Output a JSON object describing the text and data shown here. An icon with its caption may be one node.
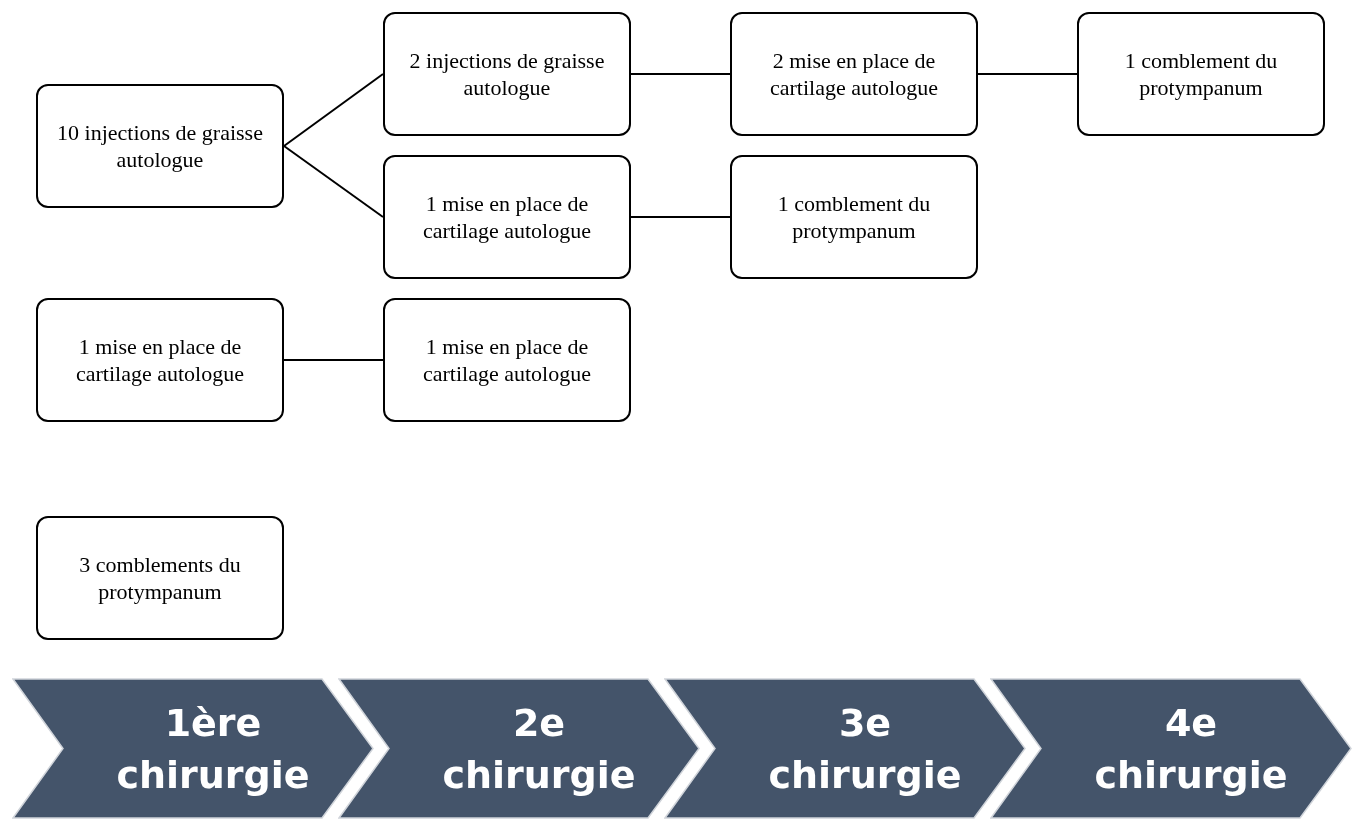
{
  "diagram": {
    "nodes": [
      {
        "text": [
          "10 injections de graisse autologue"
        ]
      },
      {
        "text": [
          "2 injections de graisse autologue"
        ]
      },
      {
        "text": [
          "2 mise en place de cartilage autologue"
        ]
      },
      {
        "text": [
          "1 comblement du protympanum"
        ]
      },
      {
        "text": [
          "1 mise en place de cartilage autologue"
        ]
      },
      {
        "text": [
          "1 comblement du protympanum"
        ]
      },
      {
        "text": [
          "1 mise en place de cartilage autologue"
        ]
      },
      {
        "text": [
          "1 mise en place de cartilage autologue"
        ]
      },
      {
        "text": [
          "3 comblements du protympanum"
        ]
      },
      {
        "text": [
          "1ère chirurgie"
        ]
      },
      {
        "text": [
          "2e chirurgie"
        ]
      },
      {
        "text": [
          "3e chirurgie"
        ]
      },
      {
        "text": [
          "4e chirurgie"
        ]
      }
    ],
    "edges": [
      {
        "from": 0,
        "to": 1,
        "arrow": "none"
      },
      {
        "from": 0,
        "to": 4,
        "arrow": "none"
      },
      {
        "from": 1,
        "to": 2,
        "arrow": "none"
      },
      {
        "from": 2,
        "to": 3,
        "arrow": "none"
      },
      {
        "from": 4,
        "to": 5,
        "arrow": "none"
      },
      {
        "from": 6,
        "to": 7,
        "arrow": "none"
      }
    ]
  }
}
